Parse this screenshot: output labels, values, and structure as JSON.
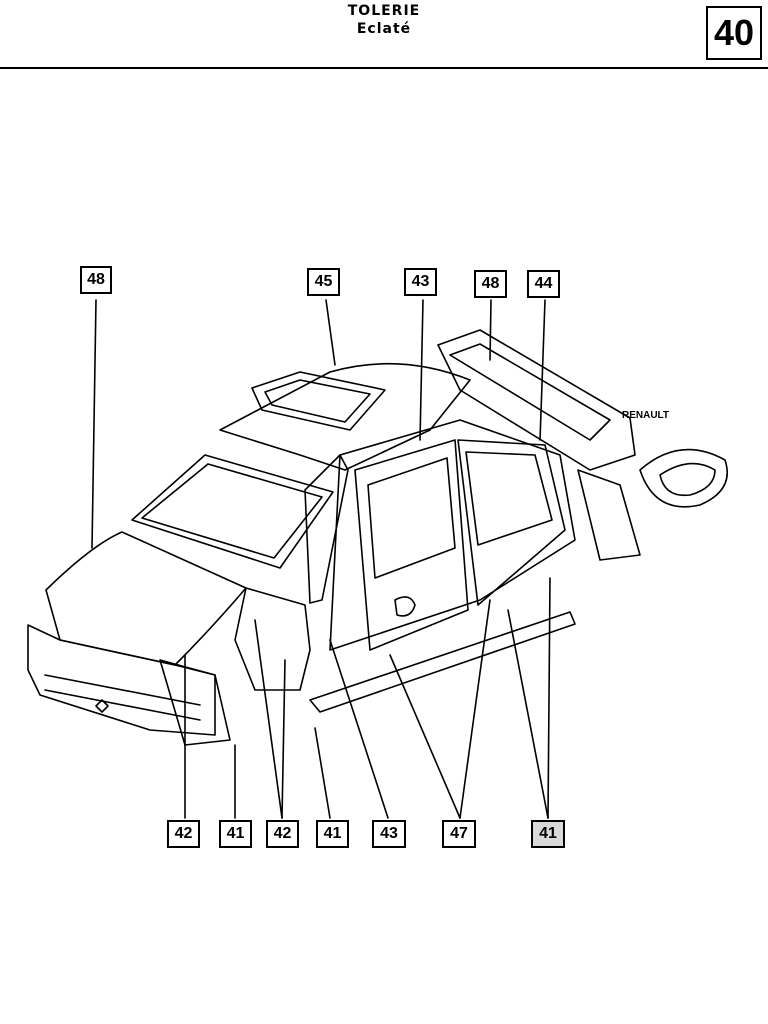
{
  "header": {
    "section": "TOLERIE",
    "subtitle": "Eclaté",
    "chapter_number": "40"
  },
  "callouts": {
    "top": [
      "48",
      "45",
      "43",
      "48",
      "44"
    ],
    "bottom": [
      "42",
      "41",
      "42",
      "41",
      "43",
      "47",
      "41"
    ]
  },
  "diagram": {
    "subject": "car-body-exploded-view",
    "badge_text": "RENAULT"
  },
  "colors": {
    "ink": "#000000",
    "paper": "#ffffff",
    "shade": "#d9d9d9"
  }
}
